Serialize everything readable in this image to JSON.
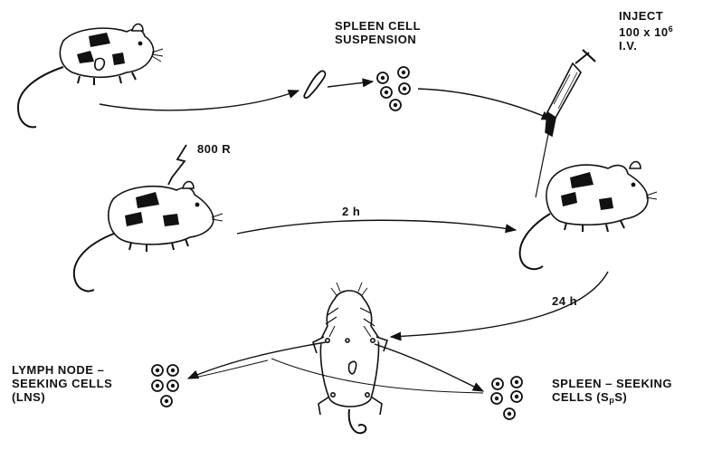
{
  "labels": {
    "spleen_suspension_1": "SPLEEN CELL",
    "spleen_suspension_2": "SUSPENSION",
    "inject_1": "INJECT",
    "inject_2_base": "100 x 10",
    "inject_2_exp": "6",
    "inject_3": "I.V.",
    "irradiation": "800 R",
    "time_2h": "2 h",
    "time_24h": "24 h",
    "lns_1": "LYMPH NODE –",
    "lns_2": "SEEKING CELLS",
    "lns_3": "(LNS)",
    "sps_1": "SPLEEN – SEEKING",
    "sps_2_pre": "CELLS (S",
    "sps_2_sub": "p",
    "sps_2_post": "S)"
  },
  "colors": {
    "ink": "#111111",
    "paper": "#ffffff"
  },
  "icons": [
    "donor-mouse",
    "spleen",
    "cell-cluster",
    "syringe",
    "irradiated-mouse",
    "recipient-mouse",
    "dissected-mouse",
    "lightning-bolt"
  ]
}
